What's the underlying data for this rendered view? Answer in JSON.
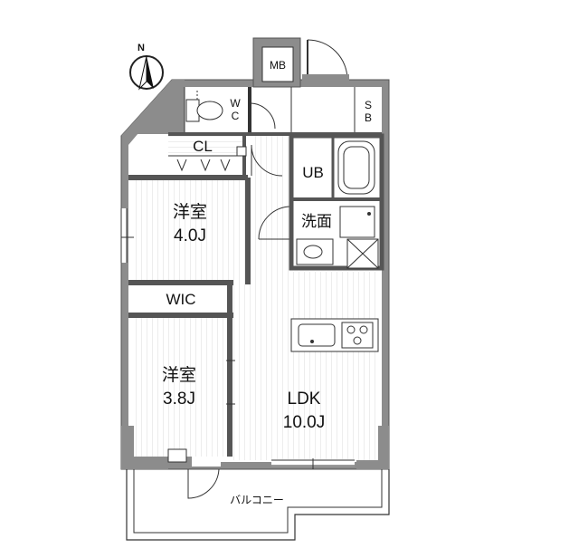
{
  "compass": {
    "label": "N"
  },
  "rooms": {
    "mb": "MB",
    "wc_w": "W",
    "wc_c": "C",
    "sb_s": "S",
    "sb_b": "B",
    "cl": "CL",
    "ub": "UB",
    "washroom": "洗面",
    "bedroom1_name": "洋室",
    "bedroom1_size": "4.0J",
    "wic": "WIC",
    "bedroom2_name": "洋室",
    "bedroom2_size": "3.8J",
    "ldk_name": "LDK",
    "ldk_size": "10.0J",
    "balcony": "バルコニー"
  },
  "colors": {
    "wall": "#8c8c8c",
    "wall_stroke": "#555555",
    "line": "#333333",
    "floor_stripe": "#f1f1f1"
  }
}
